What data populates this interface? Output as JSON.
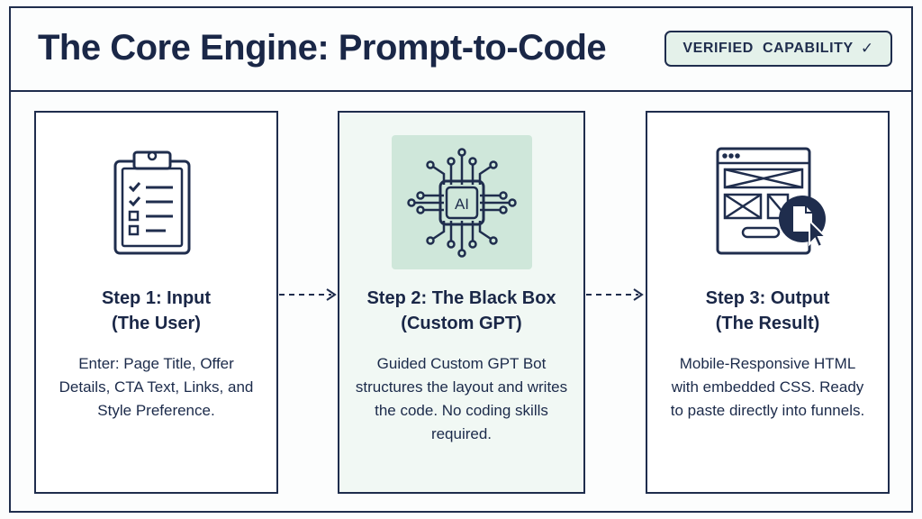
{
  "header": {
    "title": "The Core Engine: Prompt-to-Code",
    "badge_label": "VERIFIED  CAPABILITY",
    "badge_icon": "check-icon"
  },
  "steps": [
    {
      "title_line1": "Step 1: Input",
      "title_line2": "(The User)",
      "description": "Enter: Page Title, Offer Details, CTA Text, Links, and Style Preference.",
      "icon": "clipboard-checklist-icon"
    },
    {
      "title_line1": "Step 2: The Black Box",
      "title_line2": "(Custom GPT)",
      "description": "Guided Custom GPT Bot structures the layout and writes the code. No coding skills required.",
      "icon": "ai-chip-icon",
      "icon_text": "AI"
    },
    {
      "title_line1": "Step 3: Output",
      "title_line2": "(The Result)",
      "description": "Mobile-Responsive HTML with embedded CSS. Ready to paste directly into funnels.",
      "icon": "webpage-document-icon"
    }
  ],
  "colors": {
    "ink": "#1f2d4d",
    "badge_bg": "#e4f1ea",
    "highlight_card_bg": "#f1f8f4",
    "chip_bg": "#cfe7da"
  }
}
